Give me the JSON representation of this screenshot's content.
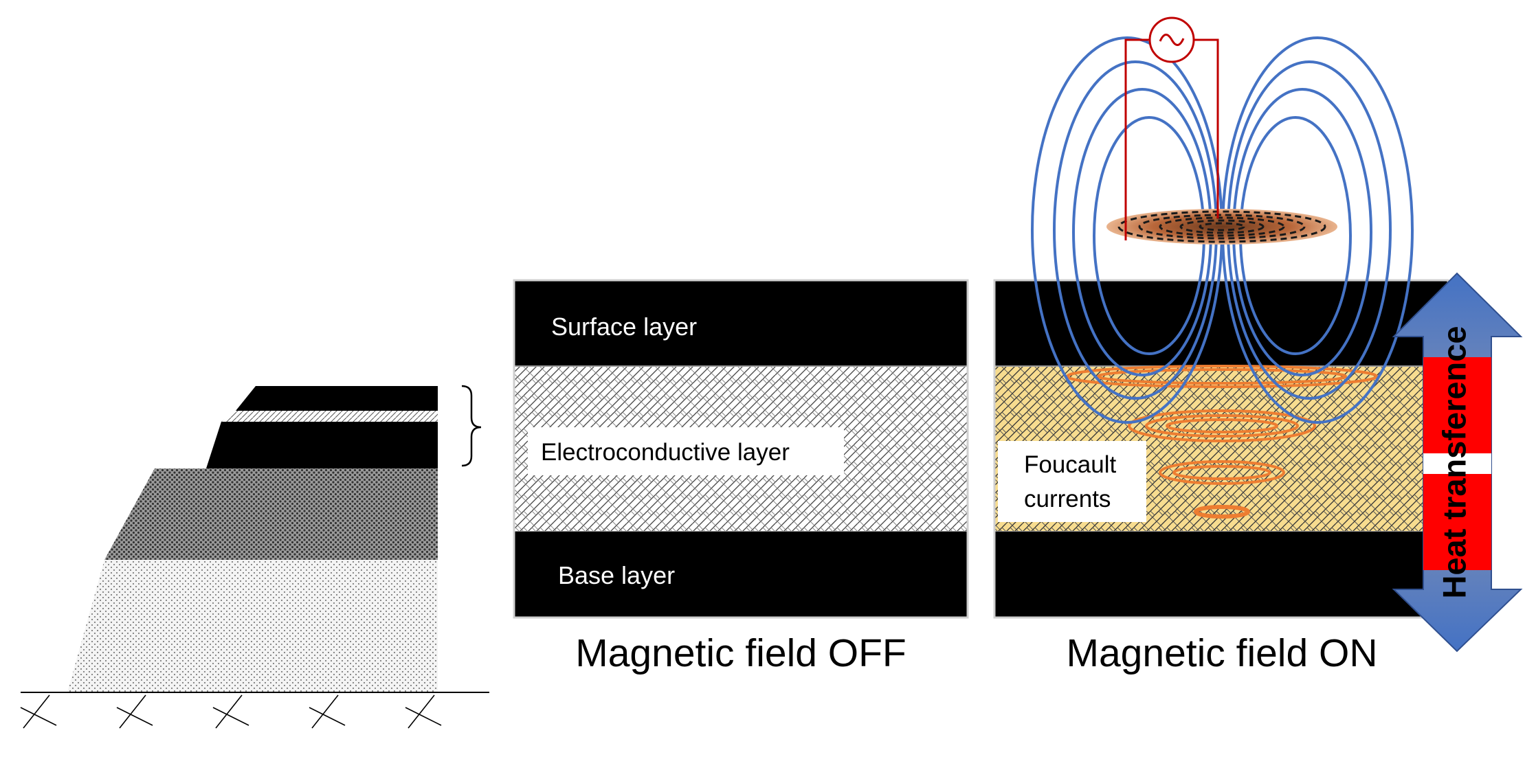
{
  "left_panel": {
    "surface_label": "Surface layer",
    "electro_label": "Electroconductive layer",
    "base_label": "Base layer",
    "caption": "Magnetic field OFF"
  },
  "right_panel": {
    "currents_line1": "Foucault",
    "currents_line2": "currents",
    "caption": "Magnetic field ON",
    "heat_label": "Heat transference"
  },
  "colors": {
    "layer_black": "#000000",
    "electro_fill_off": "#f2f2f2",
    "electro_fill_on": "#f7dc8f",
    "field_lines": "#4472c4",
    "circuit": "#c00000",
    "eddy_currents": "#ed7d31",
    "arrow_top": "#4472c4",
    "arrow_band": "#ff0000"
  },
  "icons": {
    "ac_source": "ac-source-icon",
    "induction_coil": "induction-coil-icon"
  }
}
